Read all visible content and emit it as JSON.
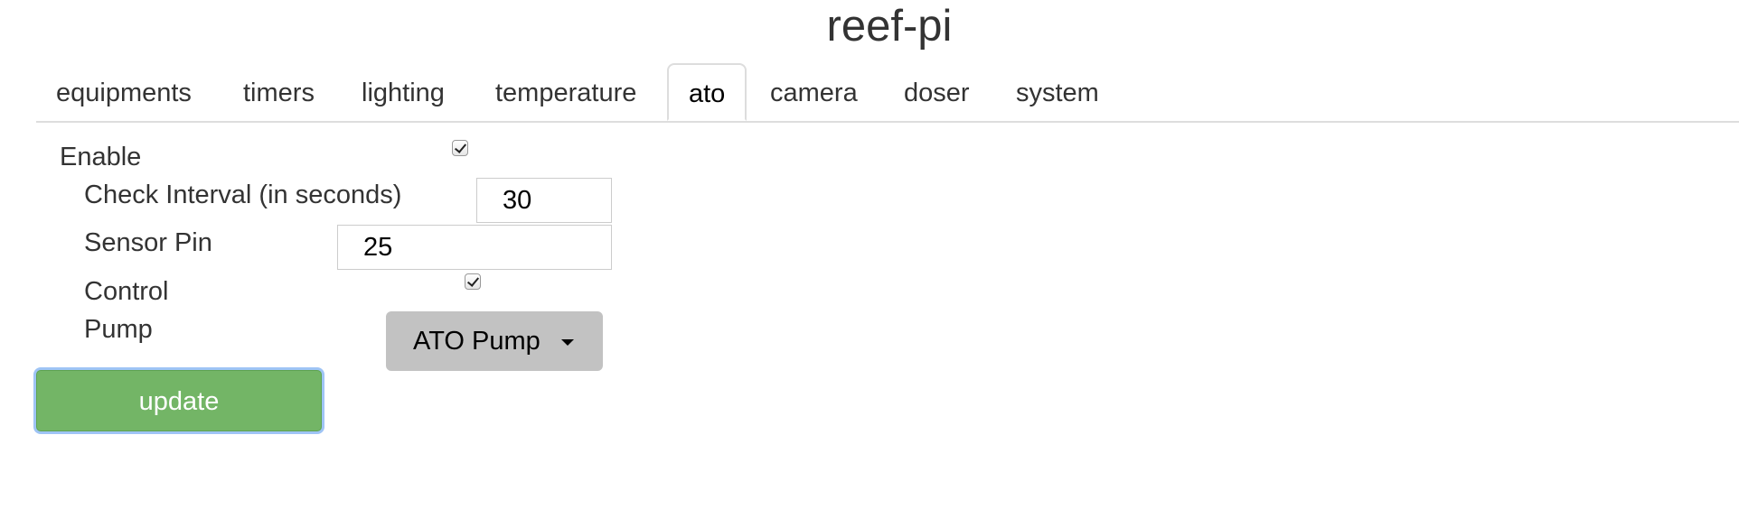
{
  "app": {
    "title": "reef-pi"
  },
  "tabs": [
    {
      "label": "equipments",
      "active": false
    },
    {
      "label": "timers",
      "active": false
    },
    {
      "label": "lighting",
      "active": false
    },
    {
      "label": "temperature",
      "active": false
    },
    {
      "label": "ato",
      "active": true
    },
    {
      "label": "camera",
      "active": false
    },
    {
      "label": "doser",
      "active": false
    },
    {
      "label": "system",
      "active": false
    }
  ],
  "ato": {
    "enable_label": "Enable",
    "enable_checked": true,
    "check_interval_label": "Check Interval (in seconds)",
    "check_interval_value": "30",
    "sensor_pin_label": "Sensor Pin",
    "sensor_pin_value": "25",
    "control_label": "Control",
    "control_checked": true,
    "pump_label": "Pump",
    "pump_selected": "ATO Pump",
    "update_label": "update"
  },
  "colors": {
    "update_button": "#73b566",
    "focus_ring": "#9fc4f5",
    "dropdown_bg": "#c2c2c2",
    "tab_border": "#dddddd"
  }
}
